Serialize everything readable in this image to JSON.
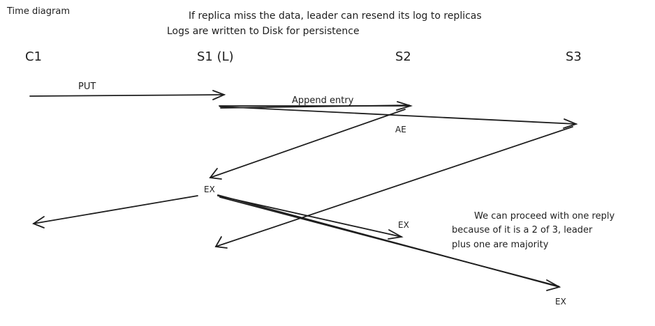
{
  "diagram": {
    "title": "Time diagram",
    "notes": [
      "If replica miss the data, leader can resend its log to replicas",
      "Logs are written to Disk for persistence"
    ],
    "nodes": [
      "C1",
      "S1 (L)",
      "S2",
      "S3"
    ],
    "messages": {
      "put": "PUT",
      "append_entry": "Append entry",
      "ae": "AE",
      "ex1": "EX",
      "ex2": "EX",
      "ex3": "EX"
    },
    "annotation": [
      "We can proceed with one reply",
      "because of it is a 2 of 3, leader",
      "plus one are majority"
    ],
    "colors": {
      "ink": "#1e1e1e",
      "background": "#ffffff"
    }
  }
}
